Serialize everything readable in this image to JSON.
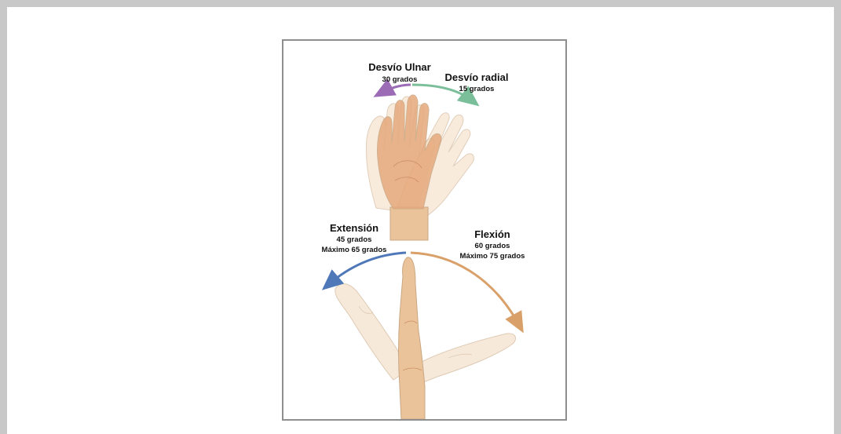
{
  "figure": {
    "ulnar": {
      "title": "Desvío Ulnar",
      "value": "30 grados"
    },
    "radial": {
      "title": "Desvío radial",
      "value": "15 grados"
    },
    "extension": {
      "title": "Extensión",
      "value": "45 grados",
      "max": "Máximo 65 grados"
    },
    "flexion": {
      "title": "Flexión",
      "value": "60 grados",
      "max": "Máximo 75 grados"
    }
  },
  "colors": {
    "ulnar_arrow": "#9b6bb5",
    "radial_arrow": "#7bbf9a",
    "extension_arrow": "#4f78b8",
    "flexion_arrow": "#d9a06a",
    "skin_light": "#f3dcc0",
    "skin_mid": "#ebc39a",
    "skin_dark": "#e6a97c",
    "outline": "#c9a783"
  }
}
